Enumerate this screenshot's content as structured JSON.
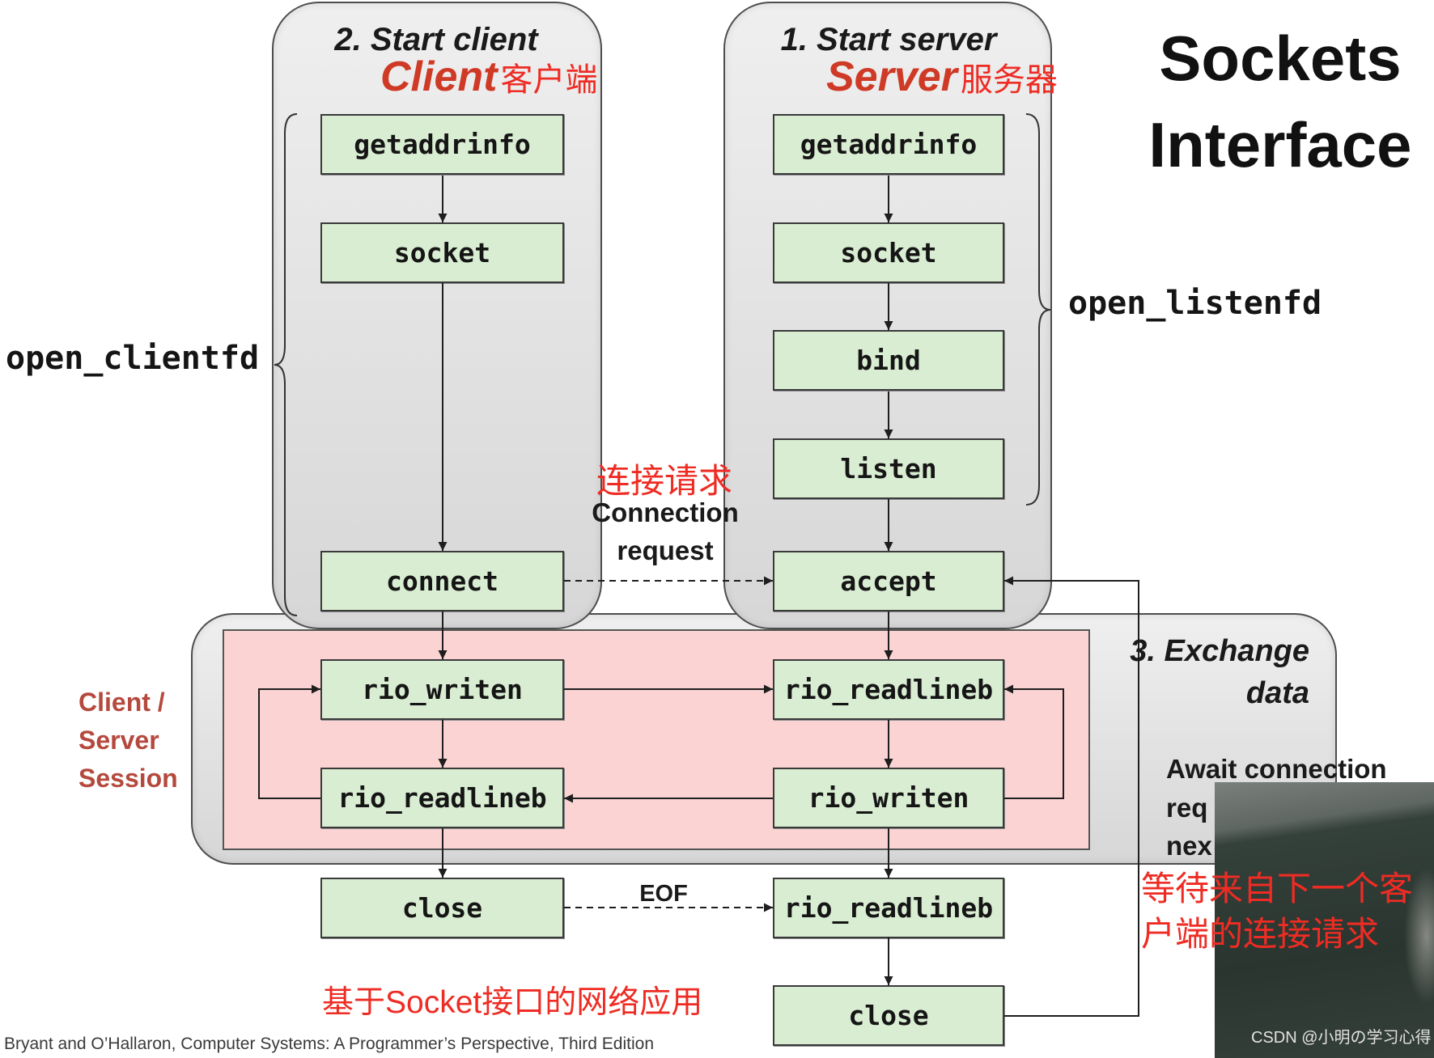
{
  "title": {
    "line1": "Sockets",
    "line2": "Interface"
  },
  "client": {
    "heading": "2. Start client",
    "label": "Client",
    "label_zh": "客户端",
    "helper": "open_clientfd",
    "steps": [
      "getaddrinfo",
      "socket",
      "connect",
      "rio_writen",
      "rio_readlineb",
      "close"
    ]
  },
  "server": {
    "heading": "1. Start server",
    "label": "Server",
    "label_zh": "服务器",
    "helper": "open_listenfd",
    "steps": [
      "getaddrinfo",
      "socket",
      "bind",
      "listen",
      "accept",
      "rio_readlineb",
      "rio_writen",
      "rio_readlineb",
      "close"
    ]
  },
  "connection_request": {
    "label_zh": "连接请求",
    "line1": "Connection",
    "line2": "request"
  },
  "exchange": {
    "line1": "3. Exchange",
    "line2": "data"
  },
  "session_label": [
    "Client /",
    "Server",
    "Session"
  ],
  "await_note": [
    "Await connection",
    "req",
    "nex"
  ],
  "await_note_zh": [
    "等待来自下一个客",
    "户端的连接请求"
  ],
  "eof_label": "EOF",
  "caption_zh": "基于Socket接口的网络应用",
  "credit": "Bryant and O’Hallaron, Computer Systems: A Programmer’s Perspective, Third Edition",
  "watermark": "CSDN @小明の学习心得",
  "colors": {
    "box_fill": "#d9edd2",
    "session_fill": "#fbd3d3",
    "container_fill": "#e2e2e2",
    "title_red": "#cf3a26",
    "note_red": "#ee2c24",
    "session_red": "#b5493d"
  }
}
